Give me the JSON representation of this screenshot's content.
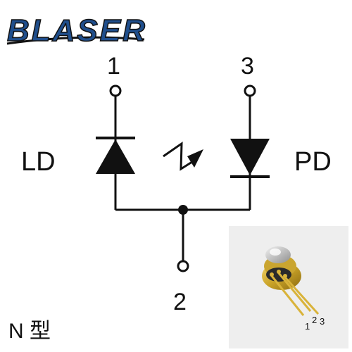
{
  "logo": {
    "text": "BLASER"
  },
  "pins": {
    "pin1": "1",
    "pin2": "2",
    "pin3": "3"
  },
  "components": {
    "laser_diode": "LD",
    "photodiode": "PD"
  },
  "package_type": "N 型",
  "photo": {
    "pin_labels": [
      "1",
      "2",
      "3"
    ]
  },
  "colors": {
    "line": "#111111",
    "logo_blue": "#1f4e8c",
    "gold": "#c9a227",
    "photo_bg": "#eeeeee"
  }
}
